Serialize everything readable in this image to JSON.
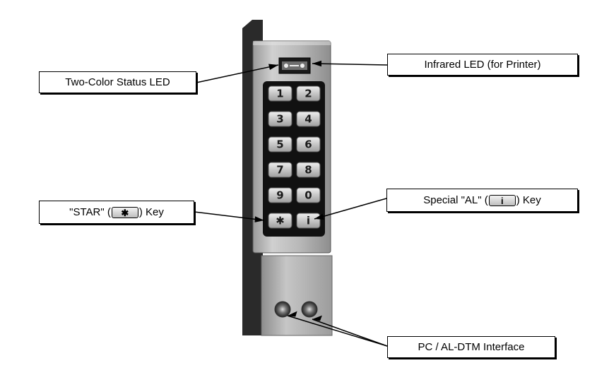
{
  "callouts": {
    "status_led": "Two-Color Status LED",
    "infrared_led": "Infrared LED (for Printer)",
    "star_key": {
      "before": "\"STAR\" (",
      "icon": "✱",
      "after": ") Key"
    },
    "al_key": {
      "before": "Special \"AL\" (",
      "icon": "i",
      "after": ") Key"
    },
    "interface": "PC / AL-DTM Interface"
  },
  "keypad": {
    "keys": [
      "1",
      "2",
      "3",
      "4",
      "5",
      "6",
      "7",
      "8",
      "9",
      "0",
      "✱",
      "i"
    ]
  },
  "colors": {
    "device_face": "#b4b4b4",
    "device_side": "#2a2a2a",
    "keypad_bg": "#111111"
  }
}
